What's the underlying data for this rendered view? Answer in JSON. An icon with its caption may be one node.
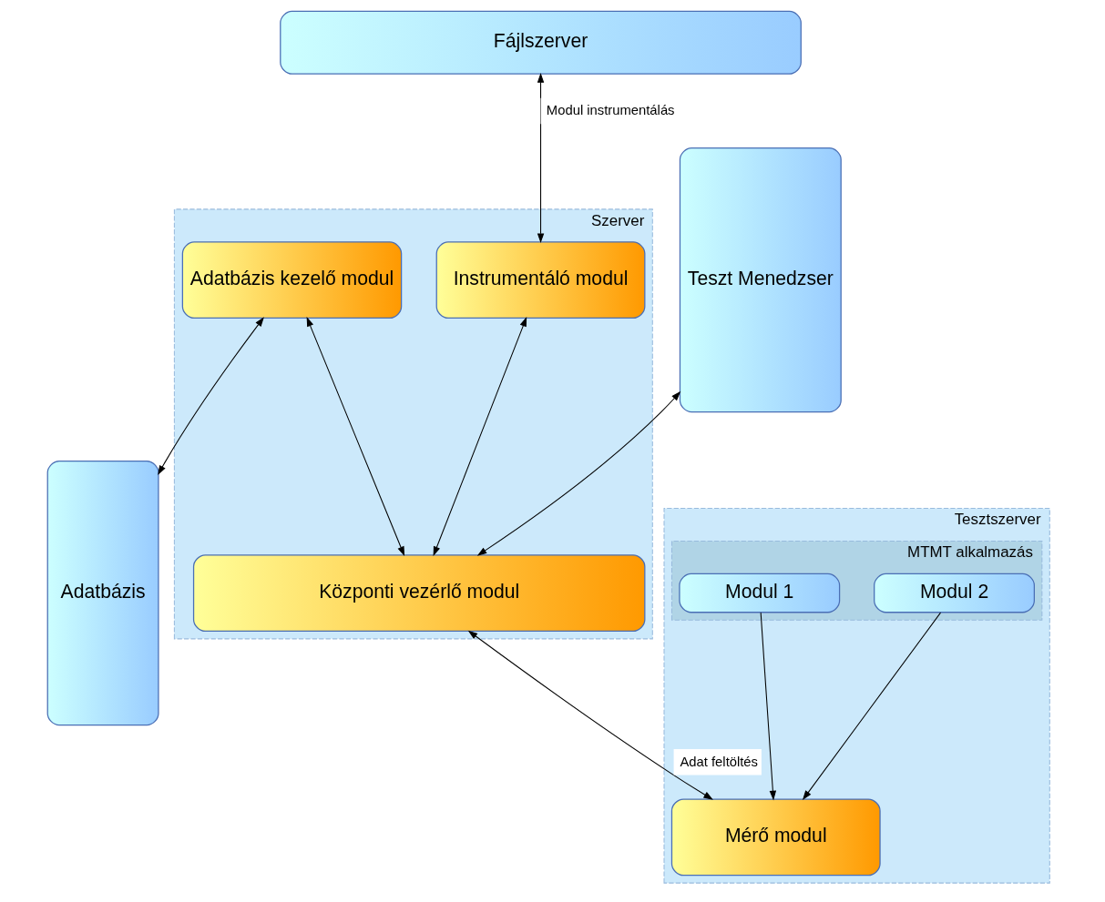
{
  "diagram": {
    "nodes": [
      {
        "text": [
          "Fájlszerver"
        ]
      },
      {
        "text": [
          "Teszt Menedzser"
        ]
      },
      {
        "text": [
          "Szerver"
        ]
      },
      {
        "text": [
          "Instrumentáló modul"
        ],
        "in": 2
      },
      {
        "text": [
          "Adatbázis kezelő modul"
        ],
        "in": 2
      },
      {
        "text": [
          "Központi vezérlő modul"
        ],
        "in": 2
      },
      {
        "text": [
          "Adatbázis"
        ]
      },
      {
        "text": [
          "Tesztszerver"
        ]
      },
      {
        "text": [
          "MTMT alkalmazás"
        ],
        "in": 7
      },
      {
        "text": [
          "Modul 1"
        ],
        "in": 8
      },
      {
        "text": [
          "Modul 2"
        ],
        "in": 8
      },
      {
        "text": [
          "Mérő modul"
        ],
        "in": 7
      }
    ],
    "edges": [
      {
        "from": 0,
        "to": 3,
        "arrow": "both",
        "label": "Modul instrumentálás"
      },
      {
        "from": 4,
        "to": 6,
        "arrow": "both"
      },
      {
        "from": 3,
        "to": 5,
        "arrow": "both"
      },
      {
        "from": 4,
        "to": 5,
        "arrow": "both"
      },
      {
        "from": 1,
        "to": 5,
        "arrow": "both"
      },
      {
        "from": 5,
        "to": 11,
        "arrow": "both",
        "label": "Adat feltöltés"
      },
      {
        "from": 9,
        "to": 11,
        "arrow": "to"
      },
      {
        "from": 10,
        "to": 11,
        "arrow": "to"
      }
    ]
  }
}
